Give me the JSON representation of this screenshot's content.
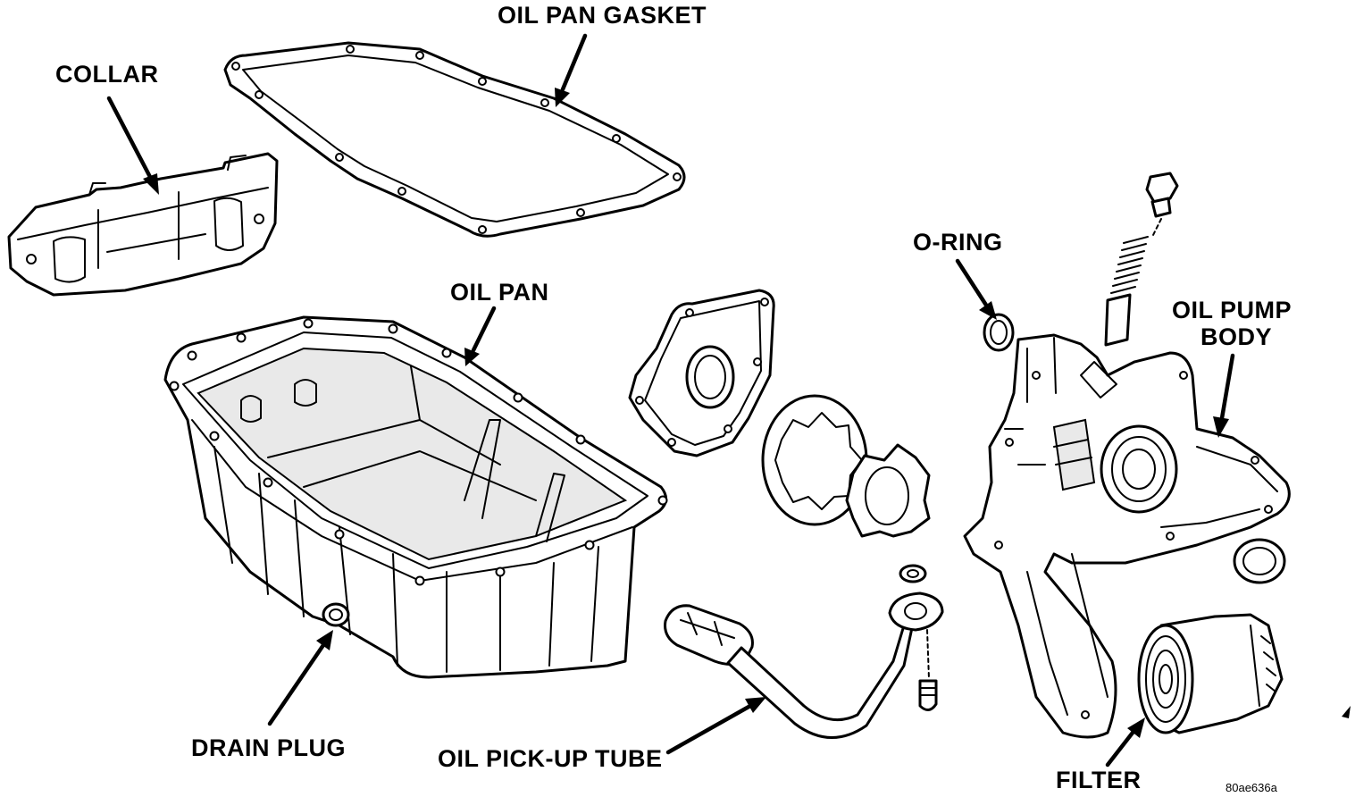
{
  "labels": {
    "collar": "COLLAR",
    "oil_pan_gasket": "OIL PAN GASKET",
    "oil_pan": "OIL PAN",
    "o_ring": "O-RING",
    "oil_pump_body_line1": "OIL PUMP",
    "oil_pump_body_line2": "BODY",
    "drain_plug": "DRAIN PLUG",
    "oil_pickup_tube": "OIL PICK-UP TUBE",
    "filter": "FILTER"
  },
  "figure_code": "80ae636a"
}
